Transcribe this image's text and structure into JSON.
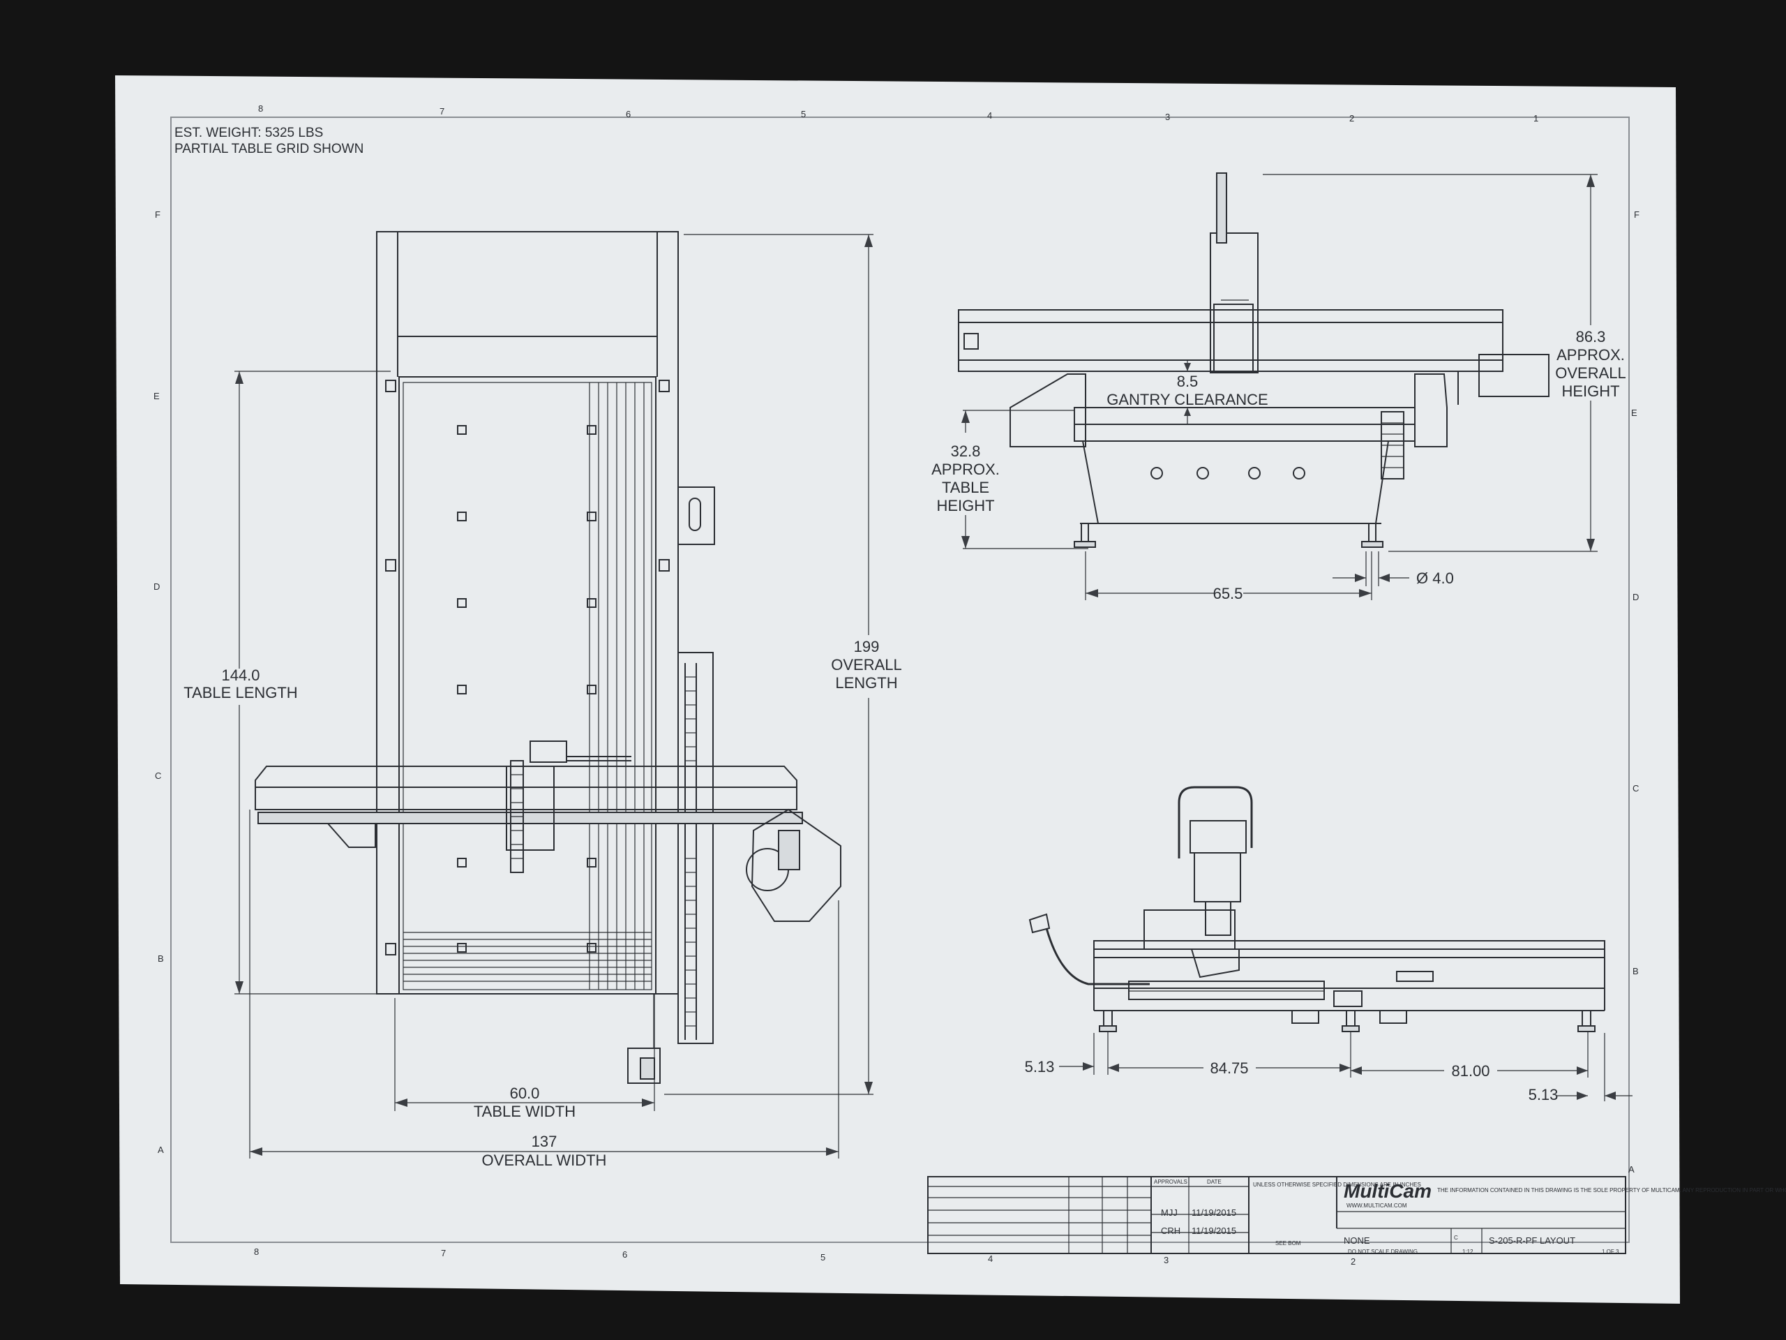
{
  "notes": {
    "weight": "EST. WEIGHT: 5325 LBS",
    "grid": "PARTIAL TABLE GRID SHOWN"
  },
  "zones": {
    "columns": [
      "8",
      "7",
      "6",
      "5",
      "4",
      "3",
      "2",
      "1"
    ],
    "rows": [
      "F",
      "E",
      "D",
      "C",
      "B",
      "A"
    ]
  },
  "top_view": {
    "table_length_value": "144.0",
    "table_length_label": "TABLE LENGTH",
    "overall_length_value": "199",
    "overall_length_line1": "OVERALL",
    "overall_length_line2": "LENGTH",
    "table_width_value": "60.0",
    "table_width_label": "TABLE WIDTH",
    "overall_width_value": "137",
    "overall_width_label": "OVERALL WIDTH"
  },
  "front_view": {
    "gantry_clearance_value": "8.5",
    "gantry_clearance_label": "GANTRY CLEARANCE",
    "table_height_value": "32.8",
    "table_height_line1": "APPROX.",
    "table_height_line2": "TABLE",
    "table_height_line3": "HEIGHT",
    "overall_height_value": "86.3",
    "overall_height_line1": "APPROX.",
    "overall_height_line2": "OVERALL",
    "overall_height_line3": "HEIGHT",
    "leg_span_value": "65.5",
    "foot_diameter_value": "Ø 4.0"
  },
  "side_view": {
    "dim_left_offset": "5.13",
    "dim_span_1": "84.75",
    "dim_span_2": "81.00",
    "dim_right_offset": "5.13"
  },
  "title_block": {
    "approvals_header": "APPROVALS",
    "date_header": "DATE",
    "drawn_initials": "MJJ",
    "drawn_date": "11/19/2015",
    "checked_initials": "CRH",
    "checked_date": "11/19/2015",
    "material_value": "SEE BOM",
    "finish_value": "NONE",
    "company": "MultiCam",
    "website": "WWW.MULTICAM.COM",
    "drawing_title": "S-205-R-PF LAYOUT",
    "size": "C",
    "scale": "1:12",
    "do_not_scale": "DO NOT SCALE DRAWING",
    "sheet_of": "1 OF 3",
    "tolerance_note": "UNLESS OTHERWISE SPECIFIED DIMENSIONS ARE IN INCHES",
    "proprietary_note": "THE INFORMATION CONTAINED IN THIS DRAWING IS THE SOLE PROPERTY OF MULTICAM. ANY REPRODUCTION IN PART OR WHOLE WITHOUT THE WRITTEN PERMISSION OF MULTICAM IS PROHIBITED."
  }
}
